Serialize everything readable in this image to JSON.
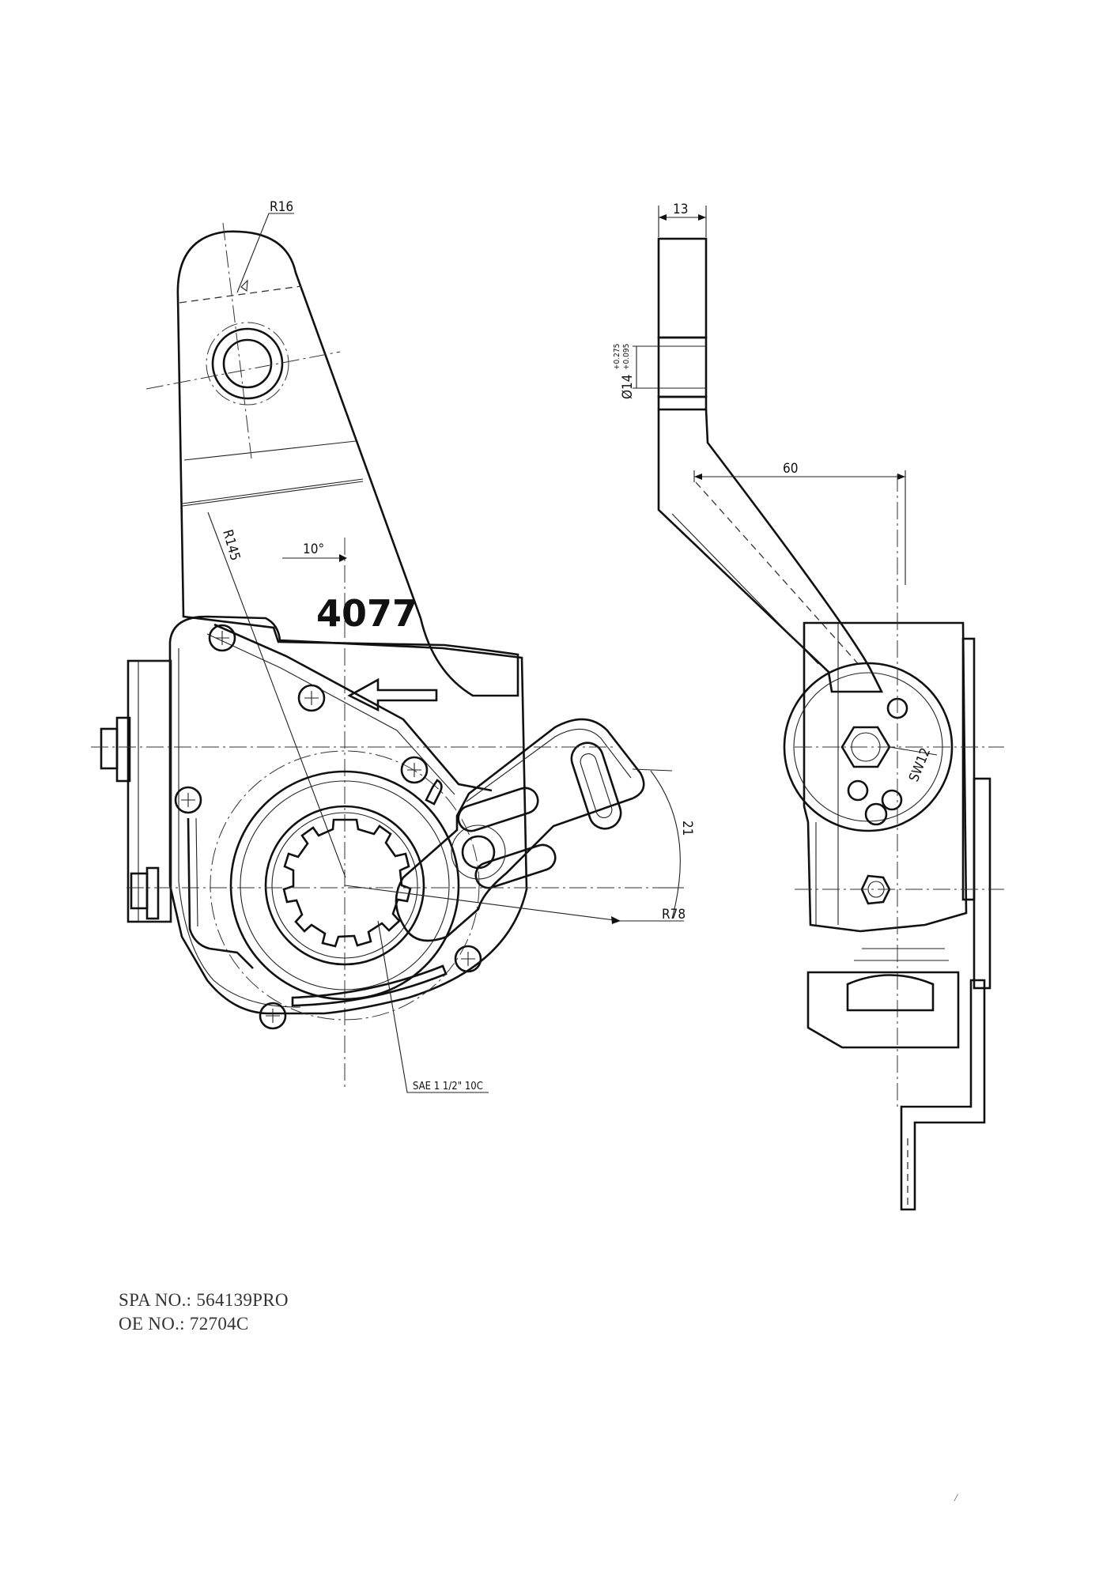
{
  "drawing": {
    "part_number": "4077",
    "dimensions": {
      "r16": "R16",
      "r145": "R145",
      "angle": "10°",
      "d21": "21",
      "r78": "R78",
      "spline": "SAE 1 1/2\" 10C",
      "w13": "13",
      "w60": "60",
      "hole_diameter": "Ø14",
      "tol_upper": "+0.275",
      "tol_lower": "+0.095",
      "sw12": "SW12"
    }
  },
  "info": {
    "spa": "SPA NO.: 564139PRO",
    "oe": "OE NO.: 72704C"
  },
  "page_mark": "/"
}
